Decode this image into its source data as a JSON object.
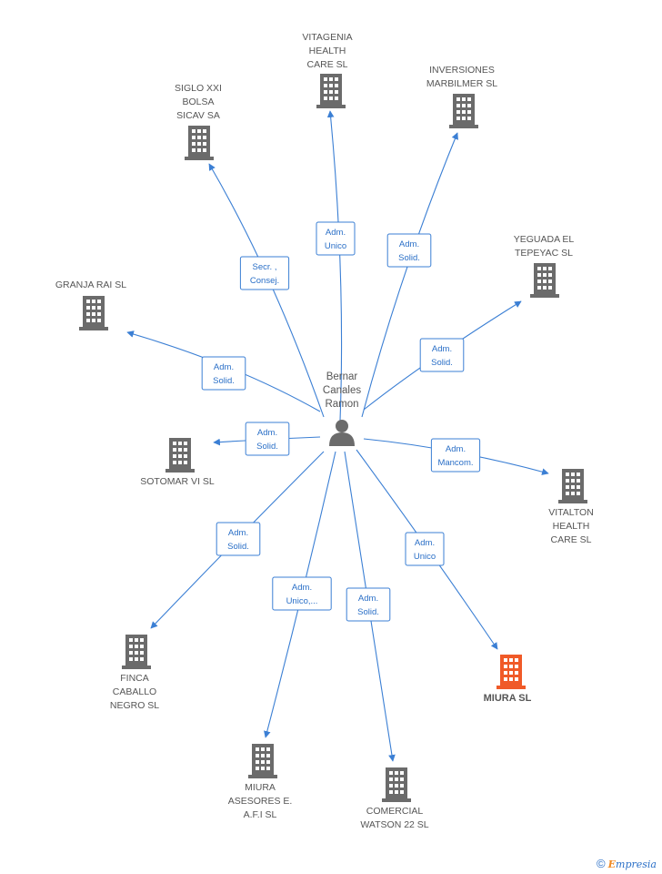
{
  "center": {
    "label_lines": [
      "Bernar",
      "Canales",
      "Ramon"
    ],
    "icon": "person-icon"
  },
  "colors": {
    "edge": "#3b7fd4",
    "building": "#6b6b6b",
    "highlight": "#f05a28"
  },
  "companies": [
    {
      "id": "vitagenia",
      "label_lines": [
        "VITAGENIA",
        "HEALTH",
        "CARE  SL"
      ],
      "role_lines": [
        "Adm.",
        "Unico"
      ],
      "highlight": false
    },
    {
      "id": "inversiones",
      "label_lines": [
        "INVERSIONES",
        "MARBILMER SL"
      ],
      "role_lines": [
        "Adm.",
        "Solid."
      ],
      "highlight": false
    },
    {
      "id": "siglo",
      "label_lines": [
        "SIGLO XXI",
        "BOLSA",
        "SICAV SA"
      ],
      "role_lines": [
        "Secr. ,",
        "Consej."
      ],
      "highlight": false
    },
    {
      "id": "yeguada",
      "label_lines": [
        "YEGUADA EL",
        "TEPEYAC SL"
      ],
      "role_lines": [
        "Adm.",
        "Solid."
      ],
      "highlight": false
    },
    {
      "id": "granja",
      "label_lines": [
        "GRANJA RAI SL"
      ],
      "role_lines": [
        "Adm.",
        "Solid."
      ],
      "highlight": false
    },
    {
      "id": "sotomar",
      "label_lines": [
        "SOTOMAR VI SL"
      ],
      "role_lines": [
        "Adm.",
        "Solid."
      ],
      "highlight": false
    },
    {
      "id": "vitalton",
      "label_lines": [
        "VITALTON",
        "HEALTH",
        "CARE SL"
      ],
      "role_lines": [
        "Adm.",
        "Mancom."
      ],
      "highlight": false
    },
    {
      "id": "finca",
      "label_lines": [
        "FINCA",
        "CABALLO",
        "NEGRO SL"
      ],
      "role_lines": [
        "Adm.",
        "Solid."
      ],
      "highlight": false
    },
    {
      "id": "miura",
      "label_lines": [
        "MIURA SL"
      ],
      "role_lines": [
        "Adm.",
        "Unico"
      ],
      "highlight": true
    },
    {
      "id": "miura-asesores",
      "label_lines": [
        "MIURA",
        "ASESORES E.",
        "A.F.I SL"
      ],
      "role_lines": [
        "Adm.",
        "Unico,..."
      ],
      "highlight": false
    },
    {
      "id": "comercial",
      "label_lines": [
        "COMERCIAL",
        "WATSON 22 SL"
      ],
      "role_lines": [
        "Adm.",
        "Solid."
      ],
      "highlight": false
    }
  ],
  "footer": {
    "copyright_symbol": "©",
    "brand_first": "E",
    "brand_rest": "mpresia"
  }
}
